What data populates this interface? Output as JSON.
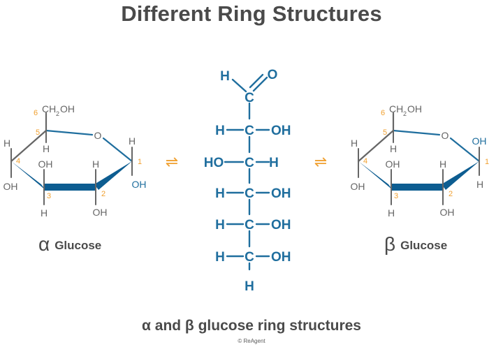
{
  "title": "Different Ring Structures",
  "caption": "α and β glucose ring structures",
  "credit": "© ReAgent",
  "colors": {
    "blue": "#1f6e9e",
    "gray": "#666666",
    "orange": "#f0a030",
    "title": "#4a4a4a"
  },
  "alpha": {
    "greek": "α",
    "name": "Glucose",
    "ch2oh": [
      "CH",
      "2",
      "OH"
    ],
    "ring_oxygen": "O",
    "carbon_numbers": [
      "1",
      "2",
      "3",
      "4",
      "5",
      "6"
    ],
    "c1_top": "H",
    "c1_bottom": "OH",
    "c2_top": "H",
    "c2_bottom": "OH",
    "c3_top": "OH",
    "c3_bottom": "H",
    "c4_top": "H",
    "c4_bottom": "OH",
    "c5_bottom": "H"
  },
  "beta": {
    "greek": "β",
    "name": "Glucose",
    "ch2oh": [
      "CH",
      "2",
      "OH"
    ],
    "ring_oxygen": "O",
    "carbon_numbers": [
      "1",
      "2",
      "3",
      "4",
      "5",
      "6"
    ],
    "c1_top": "OH",
    "c1_bottom": "H",
    "c2_top": "H",
    "c2_bottom": "OH",
    "c3_top": "OH",
    "c3_bottom": "H",
    "c4_top": "H",
    "c4_bottom": "OH",
    "c5_bottom": "H"
  },
  "chain": {
    "aldehyde_h": "H",
    "aldehyde_o": "O",
    "carbon": "C",
    "rows": [
      [
        "H",
        "OH"
      ],
      [
        "HO",
        "H"
      ],
      [
        "H",
        "OH"
      ],
      [
        "H",
        "OH"
      ],
      [
        "H",
        "OH"
      ]
    ],
    "bottom_h": "H"
  },
  "equilibrium_symbol": "⇌"
}
